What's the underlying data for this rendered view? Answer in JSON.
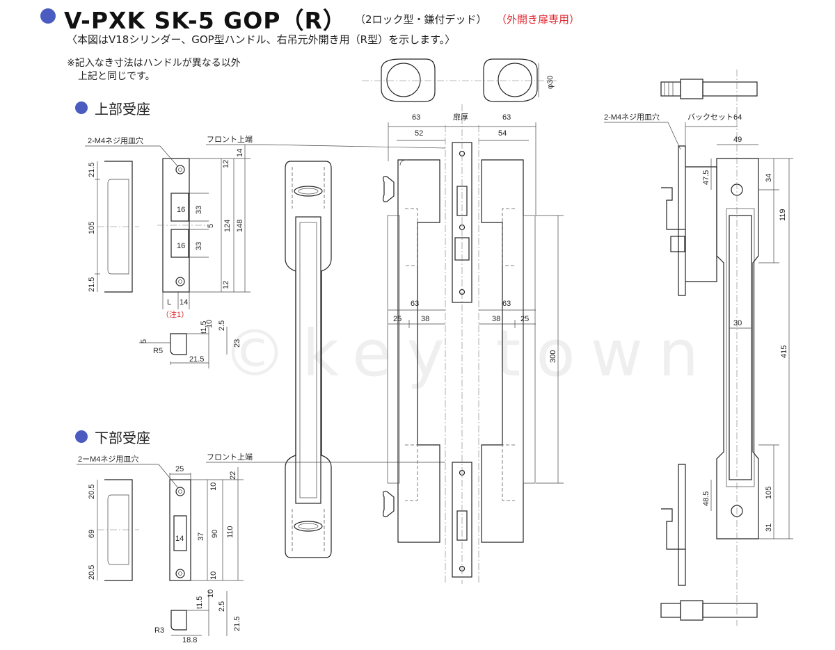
{
  "header": {
    "title": "V-PXK SK-5 GOP（R）",
    "title_sub": "（2ロック型・鎌付デッド）",
    "title_note": "（外開き扉専用）",
    "subtitle": "〈本図はV18シリンダー、GOP型ハンドル、右吊元外開き用（R型）を示します。〉",
    "note_line1": "※記入なき寸法はハンドルが異なる以外",
    "note_line2": "上記と同じです。"
  },
  "sections": {
    "upper_strike": "上部受座",
    "lower_strike": "下部受座"
  },
  "labels": {
    "screw_hole_upper": "2-M4ネジ用皿穴",
    "screw_hole_lower": "2ーM4ネジ用皿穴",
    "screw_hole_side": "2-M4ネジ用皿穴",
    "front_top_upper": "フロント上端",
    "front_top_lower": "フロント上端",
    "door_thickness": "扉厚",
    "backset": "バックセット64",
    "footnote": "（注1）",
    "watermark": "©key town"
  },
  "dims_upper": {
    "a": "21.5",
    "b": "105",
    "c": "21.5",
    "d": "14",
    "e": "12",
    "f": "16",
    "g": "33",
    "h": "5",
    "i": "124",
    "j": "148",
    "k": "16",
    "l": "33",
    "m": "12",
    "n": "L",
    "o": "14",
    "p": "t1.5",
    "q": "10",
    "r": "2.5",
    "s": "5",
    "t": "23",
    "u": "R5",
    "v": "21.5"
  },
  "dims_lower": {
    "a": "20.5",
    "b": "69",
    "c": "20.5",
    "d": "25",
    "e": "22",
    "f": "10",
    "g": "14",
    "h": "37",
    "i": "90",
    "j": "110",
    "k": "10",
    "l": "t1.5",
    "m": "10",
    "n": "2.5",
    "o": "21.5",
    "p": "R3",
    "q": "18.8"
  },
  "dims_center": {
    "a": "63",
    "b": "63",
    "c": "52",
    "d": "54",
    "e": "63",
    "f": "63",
    "g": "25",
    "h": "38",
    "i": "38",
    "j": "25",
    "k": "300",
    "l": "φ30"
  },
  "dims_side": {
    "a": "49",
    "b": "47.5",
    "c": "34",
    "d": "119",
    "e": "30",
    "f": "415",
    "g": "105",
    "h": "48.5",
    "i": "31"
  }
}
